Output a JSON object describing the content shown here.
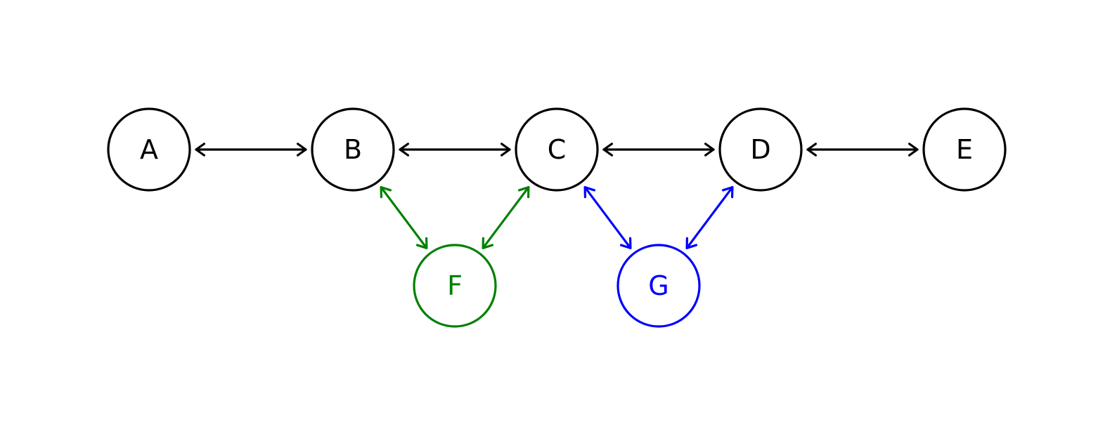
{
  "diagram": {
    "colors": {
      "default": "#000000",
      "green": "#008000",
      "blue": "#0000ff"
    },
    "nodes": [
      {
        "id": "A",
        "label": "A",
        "color": "default"
      },
      {
        "id": "B",
        "label": "B",
        "color": "default"
      },
      {
        "id": "C",
        "label": "C",
        "color": "default"
      },
      {
        "id": "D",
        "label": "D",
        "color": "default"
      },
      {
        "id": "E",
        "label": "E",
        "color": "default"
      },
      {
        "id": "F",
        "label": "F",
        "color": "green"
      },
      {
        "id": "G",
        "label": "G",
        "color": "blue"
      }
    ],
    "edges": [
      {
        "from": "A",
        "to": "B",
        "bidirectional": true,
        "color": "default"
      },
      {
        "from": "B",
        "to": "C",
        "bidirectional": true,
        "color": "default"
      },
      {
        "from": "C",
        "to": "D",
        "bidirectional": true,
        "color": "default"
      },
      {
        "from": "D",
        "to": "E",
        "bidirectional": true,
        "color": "default"
      },
      {
        "from": "B",
        "to": "F",
        "bidirectional": true,
        "color": "green"
      },
      {
        "from": "F",
        "to": "C",
        "bidirectional": true,
        "color": "green"
      },
      {
        "from": "C",
        "to": "G",
        "bidirectional": true,
        "color": "blue"
      },
      {
        "from": "G",
        "to": "D",
        "bidirectional": true,
        "color": "blue"
      }
    ]
  }
}
